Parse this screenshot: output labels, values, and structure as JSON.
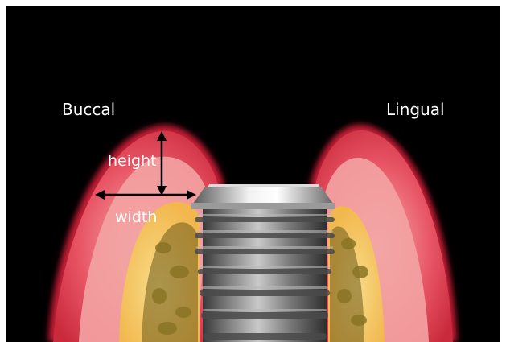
{
  "labels": {
    "buccal": "Buccal",
    "lingual": "Lingual",
    "height": "height",
    "width": "width"
  },
  "colors": {
    "background": "#000000",
    "gingiva_outer": "#d93a4a",
    "gingiva_inner": "#f08a8e",
    "bone_cortical": "#f5c060",
    "bone_cancellous": "#f4d27a",
    "trabecular": "#6b5a1a",
    "implant": "#8a8a8a",
    "arrows": "#000000",
    "text": "#ffffff"
  },
  "icons": {
    "implant": "dental-implant-icon",
    "height_arrow": "double-arrow-vertical",
    "width_arrow": "double-arrow-horizontal"
  }
}
